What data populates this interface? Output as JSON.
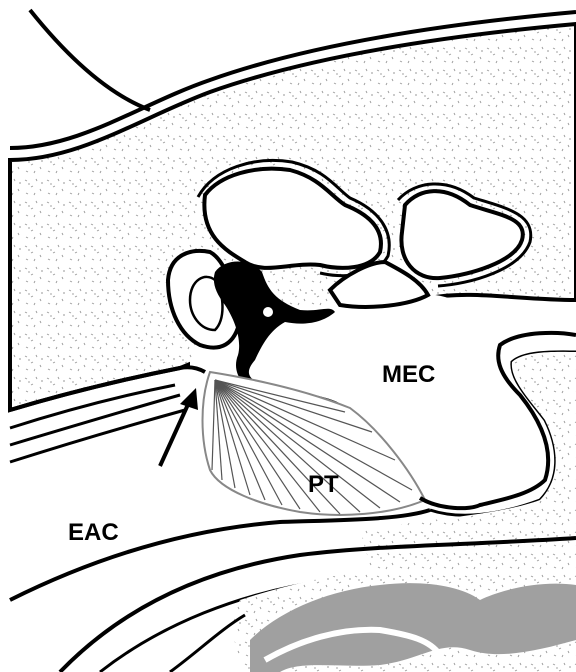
{
  "diagram": {
    "labels": {
      "mec": "MEC",
      "pt": "PT",
      "eac": "EAC"
    },
    "colors": {
      "ink": "#000000",
      "bone_fill": "#ffffff",
      "bone_speckle": "#9a9a9a",
      "cartilage_gray": "#a0a0a0",
      "background": "#ffffff"
    }
  }
}
